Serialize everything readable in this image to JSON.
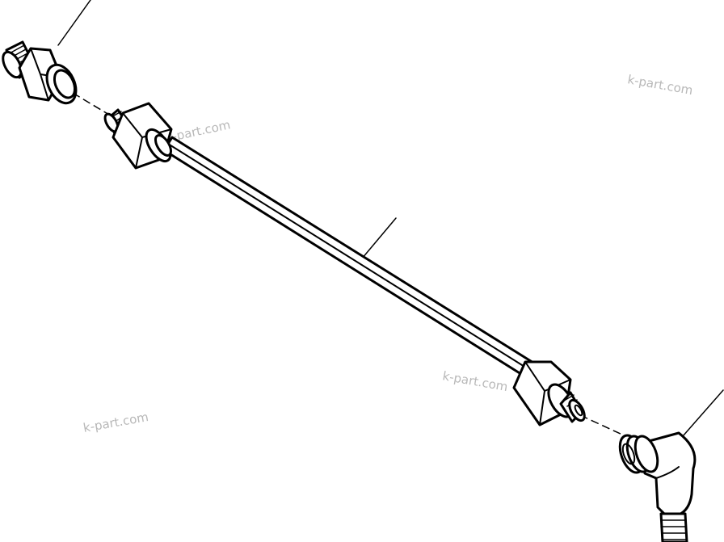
{
  "watermarks": [
    {
      "text": "k-part.com"
    },
    {
      "text": "k-part.com"
    },
    {
      "text": "k-part.com"
    },
    {
      "text": "k-part.com"
    }
  ],
  "parts": [
    {
      "id": "connector-left",
      "icon": "straight-connector-icon"
    },
    {
      "id": "tube-assembly",
      "icon": "tube-icon"
    },
    {
      "id": "elbow-right",
      "icon": "elbow-fitting-icon"
    }
  ],
  "colors": {
    "line": "#000000",
    "background": "#ffffff",
    "watermark": "#b8b8b8"
  }
}
